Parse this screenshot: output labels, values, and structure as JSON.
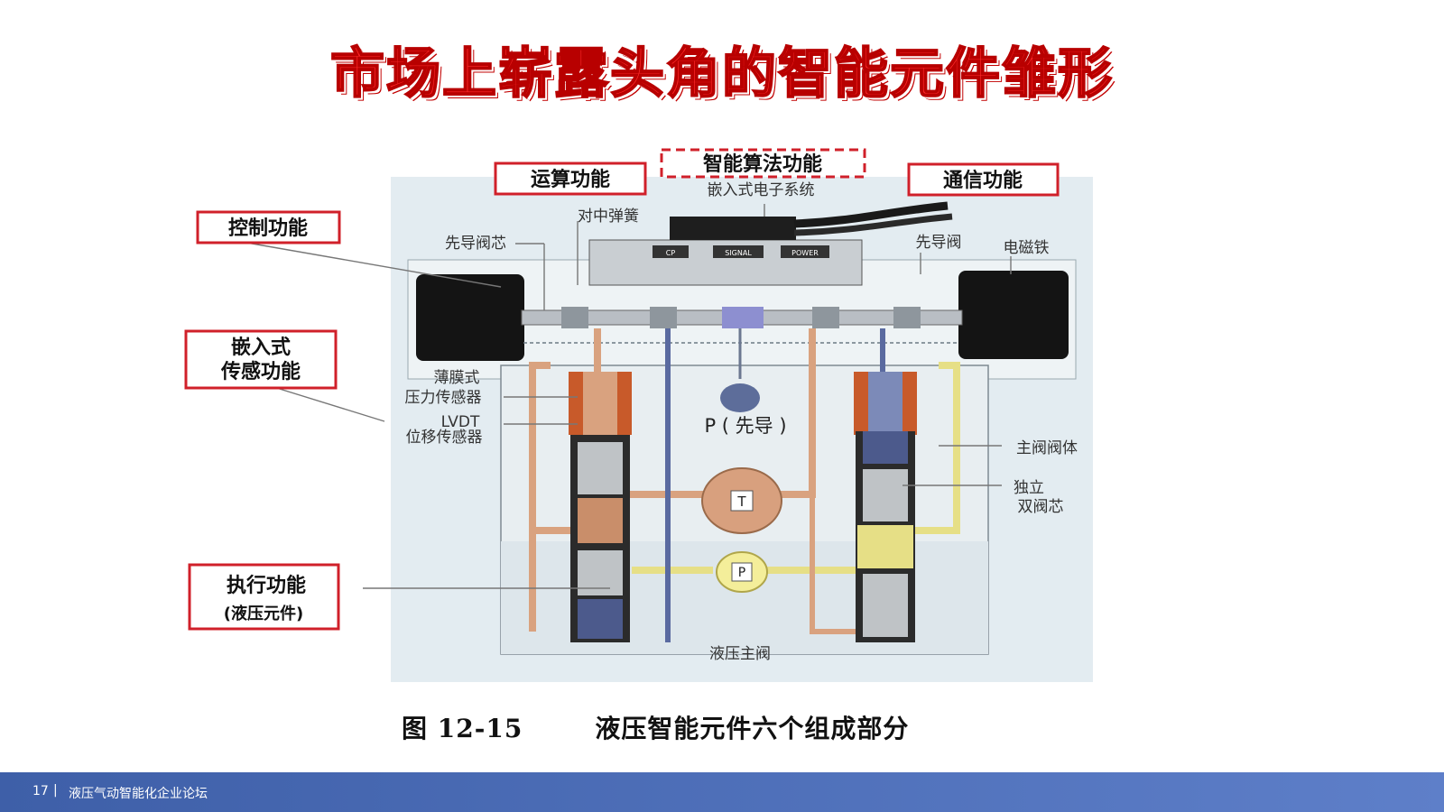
{
  "slide": {
    "title": "市场上崭露头角的智能元件雏形",
    "page_number": "17",
    "separator": "|",
    "footer_text": "液压气动智能化企业论坛"
  },
  "diagram": {
    "function_labels": {
      "control": "控制功能",
      "embedded_sensing_line1": "嵌入式",
      "embedded_sensing_line2": "传感功能",
      "actuation_line1": "执行功能",
      "actuation_line2": "(液压元件)",
      "computing": "运算功能",
      "intelligent_algorithm": "智能算法功能",
      "communication": "通信功能"
    },
    "component_labels": {
      "embedded_electronics": "嵌入式电子系统",
      "centering_spring": "对中弹簧",
      "pilot_spool": "先导阀芯",
      "pilot_valve": "先导阀",
      "solenoid": "电磁铁",
      "diaphragm_line1": "薄膜式",
      "diaphragm_line2": "压力传感器",
      "lvdt_line1": "LVDT",
      "lvdt_line2": "位移传感器",
      "pilot_pressure": "P ( 先导 )",
      "main_valve_body": "主阀阀体",
      "independent_line1": "独立",
      "independent_line2": "双阀芯",
      "port_t": "T",
      "port_p": "P",
      "hydraulic_main_valve": "液压主阀",
      "module_label_a": "CP",
      "module_label_b": "SIGNAL",
      "module_label_c": "POWER"
    },
    "caption_number": "图 12-15",
    "caption_text": "液压智能元件六个组成部分"
  },
  "colors": {
    "label_border": "#d0202a",
    "title": "#ff2a2a",
    "footer": "#4f6fb8",
    "pipe_copper": "#d9a27f",
    "pipe_yellow": "#e6df86",
    "pipe_blue": "#5a6aa0",
    "diagram_bg": "#dfe9ef"
  }
}
